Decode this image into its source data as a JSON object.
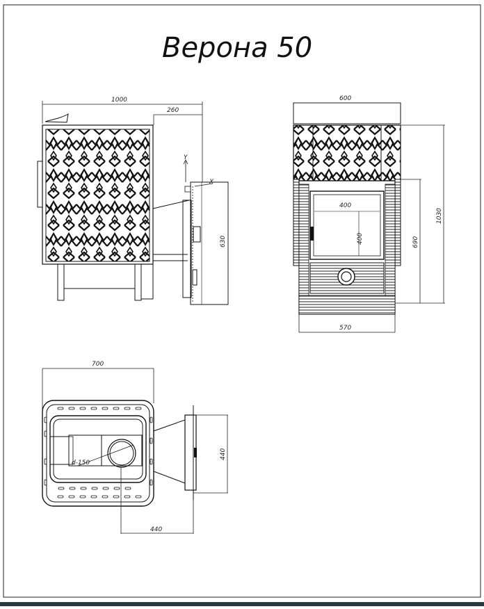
{
  "title": "Верона 50",
  "views": {
    "side": {
      "dim_total_width": "1000",
      "dim_tunnel": "260",
      "dim_height": "630",
      "axis_y": "Y",
      "axis_x": "X"
    },
    "front": {
      "dim_top_width": "600",
      "dim_total_height": "1030",
      "dim_door_axis_height": "690",
      "dim_glass_width": "400",
      "dim_glass_height": "400",
      "dim_base_width": "570"
    },
    "top": {
      "dim_width": "700",
      "dim_pipe": "d-150",
      "dim_flange": "440",
      "dim_offset": "440"
    }
  }
}
